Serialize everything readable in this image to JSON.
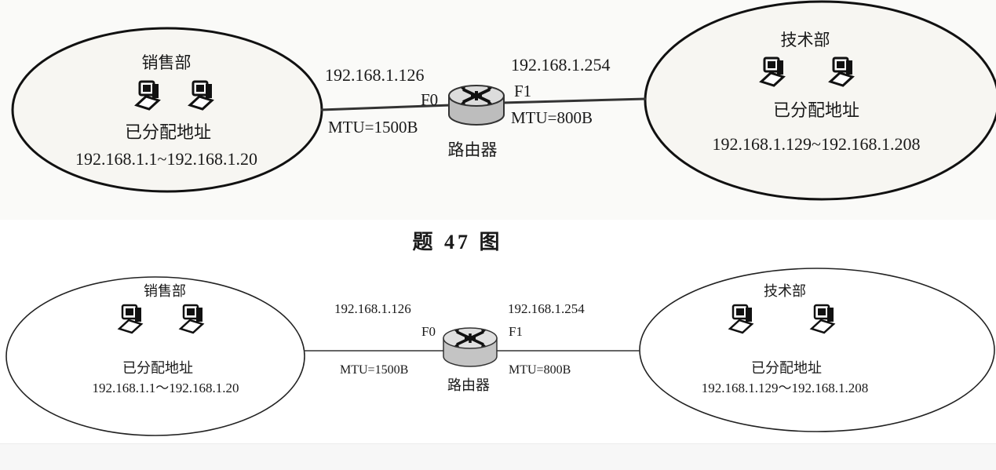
{
  "top_figure": {
    "sales": {
      "name": "销售部",
      "assigned_label": "已分配地址",
      "range": "192.168.1.1~192.168.1.20"
    },
    "tech": {
      "name": "技术部",
      "assigned_label": "已分配地址",
      "range": "192.168.1.129~192.168.1.208"
    },
    "router": {
      "label": "路由器",
      "f0": {
        "name": "F0",
        "ip": "192.168.1.126",
        "mtu": "MTU=1500B"
      },
      "f1": {
        "name": "F1",
        "ip": "192.168.1.254",
        "mtu": "MTU=800B"
      }
    }
  },
  "caption": "题 47 图",
  "bottom_figure": {
    "sales": {
      "name": "销售部",
      "assigned_label": "已分配地址",
      "range": "192.168.1.1～192.168.1.20"
    },
    "tech": {
      "name": "技术部",
      "assigned_label": "已分配地址",
      "range": "192.168.1.129～192.168.1.208"
    },
    "router": {
      "label": "路由器",
      "f0": {
        "name": "F0",
        "ip": "192.168.1.126",
        "mtu": "MTU=1500B"
      },
      "f1": {
        "name": "F1",
        "ip": "192.168.1.254",
        "mtu": "MTU=800B"
      }
    }
  }
}
